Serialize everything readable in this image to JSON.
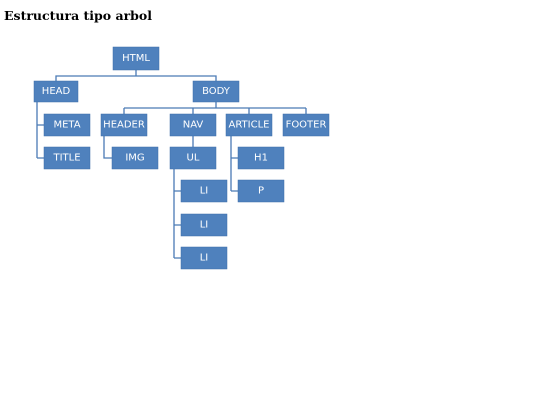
{
  "page": {
    "title": "Estructura tipo arbol"
  },
  "tree": {
    "html": "HTML",
    "head": "HEAD",
    "body": "BODY",
    "meta": "META",
    "title_tag": "TITLE",
    "header": "HEADER",
    "nav": "NAV",
    "article": "ARTICLE",
    "footer": "FOOTER",
    "img": "IMG",
    "ul": "UL",
    "li_1": "LI",
    "li_2": "LI",
    "li_3": "LI",
    "h1": "H1",
    "p": "P"
  },
  "colors": {
    "node_fill": "#4f81bd",
    "connector": "#4a7ab5",
    "node_text": "#ffffff"
  }
}
